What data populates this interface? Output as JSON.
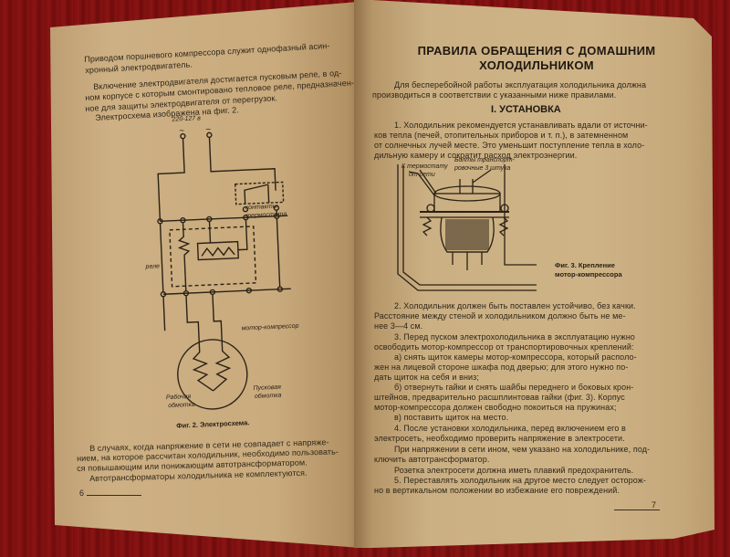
{
  "left_page": {
    "paragraphs": [
      "Приводом поршневого компрессора служит однофазный асин-",
      "хронный электродвигатель.",
      "Включение электродвигателя достигается пусковым реле, в од-",
      "ном корпусе с которым смонтировано тепловое реле, предназначен-",
      "ное для защиты электродвигателя от перегрузок.",
      "Электросхема изображена на фиг. 2."
    ],
    "diagram": {
      "voltage": "220-127 в",
      "tilde_left": "~",
      "tilde_right": "~",
      "thermostat_label_1": "контакты",
      "thermostat_label_2": "термостата",
      "relay_label": "реле",
      "motor_label": "мотор-компрессор",
      "work_winding_1": "Рабочая",
      "work_winding_2": "обмотка",
      "start_winding_1": "Пусковая",
      "start_winding_2": "обмотка"
    },
    "figure_caption": "Фиг. 2. Электросхема.",
    "bottom_paragraphs": [
      "В случаях, когда напряжение в сети не совпадает с напряже-",
      "нием, на которое рассчитан холодильник, необходимо пользовать-",
      "ся повышающим или понижающим автотрансформатором.",
      "Автотрансформаторы холодильника не комплектуются."
    ],
    "page_number": "6"
  },
  "right_page": {
    "title_line_1": "ПРАВИЛА ОБРАЩЕНИЯ С ДОМАШНИМ",
    "title_line_2": "ХОЛОДИЛЬНИКОМ",
    "intro": [
      "Для бесперебойной работы эксплуатация холодильника должна",
      "производиться в соответствии с указанными ниже правилами."
    ],
    "section_title": "I. УСТАНОВКА",
    "item1": [
      "1. Холодильник рекомендуется устанавливать вдали от источни-",
      "ков тепла (печей, отопительных приборов и т. п.), в затемненном",
      "от солнечных лучей месте. Это уменьшит поступление тепла в холо-",
      "дильную камеру и сократит расход электроэнергии."
    ],
    "figure": {
      "label_left_1": "К термостату",
      "label_left_2": "от сети",
      "label_right_1": "Болты транспорт-",
      "label_right_2": "ровочные 3 штука",
      "caption_1": "Фиг. 3. Крепление",
      "caption_2": "мотор-компрессора"
    },
    "body": [
      "2. Холодильник должен быть поставлен устойчиво, без качки.",
      "Расстояние между стеной и холодильником должно быть не ме-",
      "нее 3—4 см.",
      "3. Перед пуском электрохолодильника в эксплуатацию нужно",
      "освободить мотор-компрессор от транспортировочных креплений:",
      "а) снять щиток камеры мотор-компрессора, который располо-",
      "жен на лицевой стороне шкафа под дверью; для этого нужно по-",
      "дать щиток на себя и вниз;",
      "б) отвернуть гайки и снять шайбы переднего и боковых крон-",
      "штейнов, предварительно расшплинтовав гайки (фиг. 3). Корпус",
      "мотор-компрессора должен свободно покоиться на пружинах;",
      "в) поставить щиток на место.",
      "4. После установки холодильника, перед включением его в",
      "электросеть, необходимо проверить напряжение в электросети.",
      "При напряжении в сети ином, чем указано на холодильнике, под-",
      "ключить автотрансформатор.",
      "Розетка электросети должна иметь плавкий предохранитель.",
      "5. Переставлять холодильник на другое место следует осторож-",
      "но в вертикальном положении во избежание его повреждений."
    ],
    "page_number": "7"
  },
  "colors": {
    "paper": "#cdb084",
    "ink": "#2f2619",
    "background": "#7a0f0f"
  }
}
